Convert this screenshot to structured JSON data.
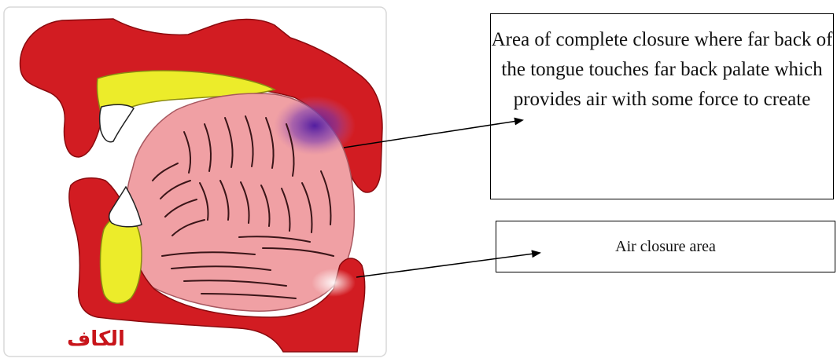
{
  "diagram": {
    "arabic_label": "الكاف",
    "colors": {
      "flesh_red": "#d21c22",
      "tongue_pink": "#f0a0a4",
      "bone_yellow": "#ecec2a",
      "closure_purple": "#5a1ea8",
      "ink": "#000000"
    }
  },
  "callouts": {
    "closure_text": "Area of complete closure where far back of the tongue touches far back palate which provides air with some force to create",
    "air_text": "Air closure area"
  }
}
